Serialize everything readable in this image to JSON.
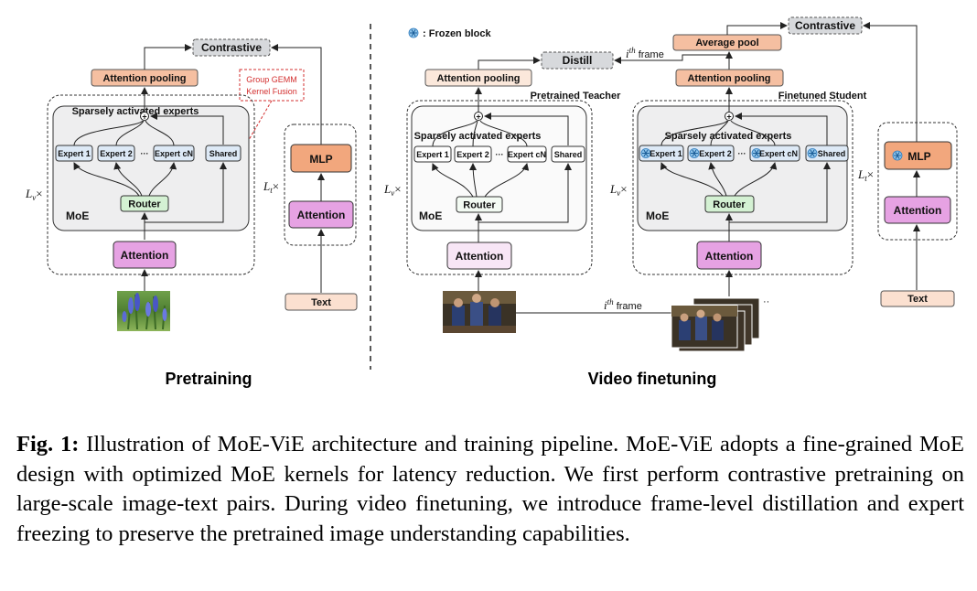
{
  "legend": {
    "frozen_label": ": Frozen block"
  },
  "pretraining": {
    "contrastive": "Contrastive",
    "attention_pooling": "Attention pooling",
    "group_gemm_line1": "Group GEMM",
    "group_gemm_line2": "Kernel Fusion",
    "sparse_title": "Sparsely activated experts",
    "experts": [
      "Expert 1",
      "Expert 2",
      "Expert cN",
      "Shared"
    ],
    "dots": "···",
    "router": "Router",
    "moe": "MoE",
    "attention": "Attention",
    "lv_repeat": "L",
    "lv_sub": "v",
    "times": "×",
    "lt_repeat": "L",
    "lt_sub": "t",
    "mlp": "MLP",
    "text_attention": "Attention",
    "text": "Text",
    "section_label": "Pretraining"
  },
  "finetuning": {
    "distill": "Distill",
    "ith": "i",
    "ith_sup": "th",
    "frame": " frame",
    "average_pool": "Average pool",
    "contrastive": "Contrastive",
    "teacher_pooling": "Attention pooling",
    "teacher_label": "Pretrained Teacher",
    "student_pooling": "Attention pooling",
    "student_label": "Finetuned Student",
    "sparse_title": "Sparsely activated experts",
    "experts": [
      "Expert 1",
      "Expert 2",
      "Expert cN",
      "Shared"
    ],
    "dots": "···",
    "router": "Router",
    "moe": "MoE",
    "attention": "Attention",
    "mlp": "MLP",
    "text": "Text",
    "section_label": "Video finetuning"
  },
  "caption": {
    "fig_label": "Fig. 1:",
    "text": " Illustration of MoE-ViE architecture and training pipeline. MoE-ViE adopts a fine-grained MoE design with optimized MoE kernels for latency reduction. We first perform contrastive pretraining on large-scale image-text pairs. During video finetuning, we introduce frame-level distillation and expert freezing to preserve the pretrained image understanding capabilities."
  },
  "colors": {
    "contrastive_fill": "#d7d9dc",
    "pooling_fill": "#f5bfa1",
    "pooling_light": "#fbe8db",
    "router_fill": "#d4f1d3",
    "expert_fill": "#dde9f6",
    "attention_fill": "#e6a2e3",
    "attention_light": "#f8e6f6",
    "mlp_fill": "#f2a77d",
    "text_fill": "#fbe0d0",
    "frozen_blue": "#2e7bbd"
  }
}
